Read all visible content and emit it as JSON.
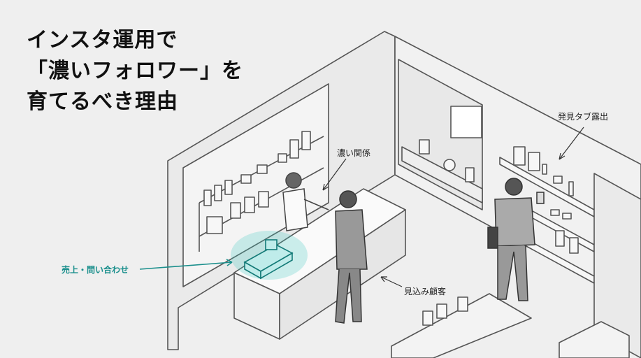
{
  "title": {
    "line1": "インスタ運用で",
    "line2": "「濃いフォロワー」を",
    "line3": "育てるべき理由"
  },
  "labels": {
    "deep_relationship": "濃い関係",
    "discover_tab": "発見タブ露出",
    "sales_inquiries": "売上・問い合わせ",
    "prospects": "見込み顧客"
  },
  "colors": {
    "accent": "#1a8f8c",
    "background": "#efefef",
    "line": "#555555"
  }
}
